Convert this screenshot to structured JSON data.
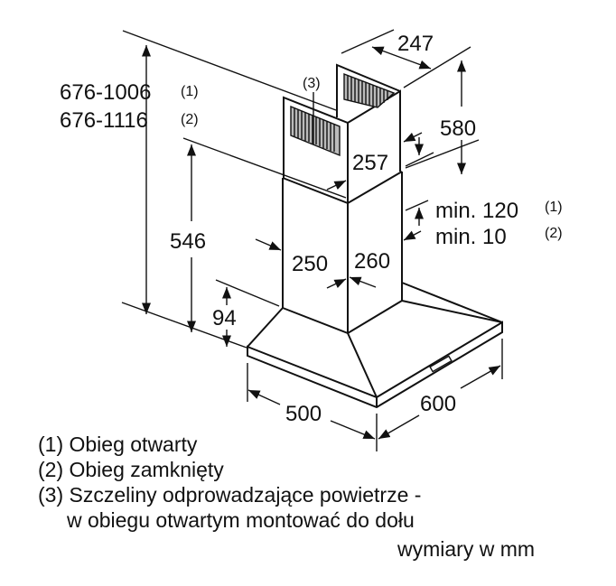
{
  "dimensions": {
    "height_total_1": "676-1006",
    "height_total_1_note": "(1)",
    "height_total_2": "676-1116",
    "height_total_2_note": "(2)",
    "height_546": "546",
    "height_94": "94",
    "chimney_width_250": "250",
    "chimney_depth_260": "260",
    "upper_width_247": "247",
    "upper_depth_257": "257",
    "upper_height_580": "580",
    "clearance_1": "min. 120",
    "clearance_1_note": "(1)",
    "clearance_2": "min. 10",
    "clearance_2_note": "(2)",
    "depth_500": "500",
    "width_600": "600",
    "vent_callout": "(3)"
  },
  "legend": [
    "(1) Obieg otwarty",
    "(2) Obieg zamknięty",
    "(3) Szczeliny odprowadzające powietrze -",
    "     w obiegu otwartym montować do dołu"
  ],
  "units": "wymiary w mm"
}
